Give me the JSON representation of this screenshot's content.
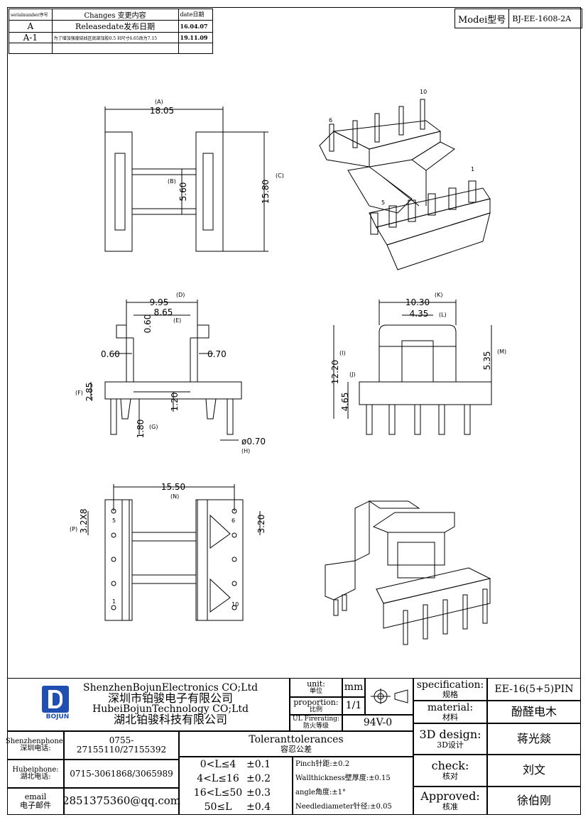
{
  "revision_table": {
    "headers": [
      "serialnumber序号",
      "Changes 变更内容",
      "date日期"
    ],
    "rows": [
      {
        "serial": "A",
        "change": "Releasedate发布日期",
        "date": "16.04.07"
      },
      {
        "serial": "A-1",
        "change": "为了增加强度绕线区底部加胶0.5 H尺寸6.65改为7.15",
        "date": "19.11.09"
      }
    ]
  },
  "model": {
    "label": "Modei型号",
    "value": "BJ-EE-1608-2A"
  },
  "dimensions": {
    "A": "18.05",
    "B": "5.60",
    "C": "15.80",
    "D": "9.95",
    "E": "8.65",
    "d060_top": "0.60",
    "d060_left": "0.60",
    "d070": "0.70",
    "F": "2.85",
    "d120": "1.20",
    "G": "1.80",
    "H": "ø0.70",
    "K": "10.30",
    "L": "4.35",
    "I": "12.20",
    "M": "5.35",
    "J": "4.65",
    "N": "15.50",
    "P": "3.2X8",
    "R": "3.20"
  },
  "dim_tags": {
    "A": "(A)",
    "B": "(B)",
    "C": "(C)",
    "D": "(D)",
    "E": "(E)",
    "F": "(F)",
    "G": "(G)",
    "H": "(H)",
    "I": "(I)",
    "J": "(J)",
    "K": "(K)",
    "L": "(L)",
    "M": "(M)",
    "N": "(N)",
    "P": "(P)"
  },
  "pin_labels": {
    "p6_top": "6",
    "p10_top": "10",
    "p1_top": "1",
    "p5_top": "5",
    "p5_bot": "5",
    "p6_bot": "6",
    "p1_bot": "1",
    "p10_bot": "10"
  },
  "title_block": {
    "company_en_1": "ShenzhenBojunElectronics CO;Ltd",
    "company_cn_1": "深圳市铂骏电子有限公司",
    "company_en_2": "HubeiBojunTechnology CO;Ltd",
    "company_cn_2": "湖北铂骏科技有限公司",
    "logo_text": "BOJUN",
    "unit_label": "unit:",
    "unit_label_cn": "单位",
    "unit_value": "mm",
    "proportion_label": "proportion:",
    "proportion_label_cn": "比例",
    "proportion_value": "1/1",
    "fire_label": "UL Firerating:",
    "fire_label_cn": "防火等级",
    "fire_value": "94V-0",
    "spec_label": "specification:",
    "spec_label_cn": "规格",
    "spec_value": "EE-16(5+5)PIN",
    "material_label": "material:",
    "material_label_cn": "材料",
    "material_value": "酚醛电木",
    "design_label": "3D design:",
    "design_label_cn": "3D设计",
    "design_value": "蒋光燚",
    "check_label": "check:",
    "check_label_cn": "核对",
    "check_value": "刘文",
    "approved_label": "Approved:",
    "approved_label_cn": "核准",
    "approved_value": "徐伯刚",
    "sz_phone_label": "Shenzhenphone:",
    "sz_phone_label_cn": "深圳电话:",
    "sz_phone": "0755-27155110/27155392",
    "hb_phone_label": "Hubeiphone:",
    "hb_phone_label_cn": "湖北电话:",
    "hb_phone": "0715-3061868/3065989",
    "email_label": "email",
    "email_label_cn": "电子邮件",
    "email": "2851375360@qq.com",
    "tol_title": "Toleranttolerances",
    "tol_title_cn": "容忍公差",
    "tol_rows": [
      {
        "range": "0<L≤4",
        "tol": "±0.1"
      },
      {
        "range": "4<L≤16",
        "tol": "±0.2"
      },
      {
        "range": "16<L≤50",
        "tol": "±0.3"
      },
      {
        "range": "50≤L",
        "tol": "±0.4"
      }
    ],
    "pinch": "Pinch针距:±0.2",
    "wall": "Wallthickness壁厚度:±0.15",
    "angle": "angle角度:±1°",
    "needle": "Needlediameter针径:±0.05"
  }
}
